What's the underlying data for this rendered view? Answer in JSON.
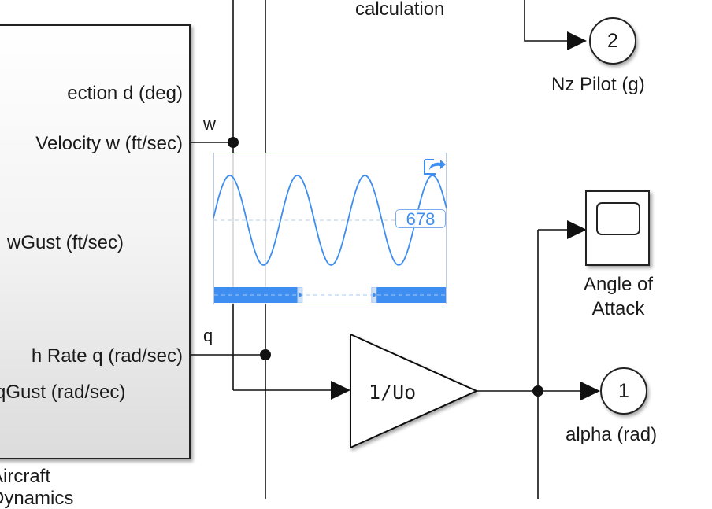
{
  "diagram": {
    "top_label": "calculation",
    "subsystem": {
      "name_line1": "Aircraft",
      "name_line2": "Dynamics",
      "ports": [
        "ection d (deg)",
        "Velocity w (ft/sec)",
        "wGust (ft/sec)",
        "h Rate q (rad/sec)",
        "qGust (rad/sec)"
      ]
    },
    "signals": {
      "w": "w",
      "q": "q"
    },
    "gain": {
      "label": "1/Uo"
    },
    "outports": [
      {
        "number": "2",
        "label": "Nz Pilot (g)"
      },
      {
        "number": "1",
        "label": "alpha (rad)"
      }
    ],
    "scope": {
      "label_line1": "Angle of",
      "label_line2": "Attack"
    }
  },
  "sparkline": {
    "value_badge": "678",
    "accent_color": "#3d8ef0",
    "export_icon": "export-icon",
    "range_selection": {
      "start": 0.36,
      "end": 0.7
    }
  }
}
